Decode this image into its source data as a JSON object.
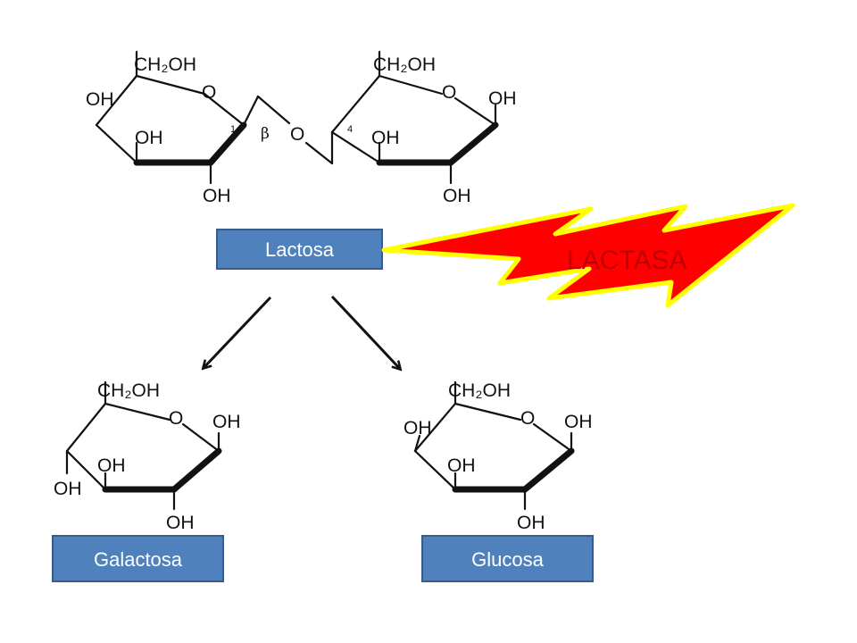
{
  "labels": {
    "lactose": "Lactosa",
    "galactose": "Galactosa",
    "glucose": "Glucosa",
    "enzyme": "LACTASA"
  },
  "chem": {
    "ch2oh": "CH₂OH",
    "oh": "OH",
    "o": "O",
    "c1": "1",
    "c4": "4",
    "beta": "β"
  },
  "colors": {
    "box_fill": "#4f81bd",
    "box_border": "#385d8a",
    "bolt_fill": "#ff0000",
    "bolt_border": "#ffff00",
    "enzyme_text": "#c00000"
  }
}
